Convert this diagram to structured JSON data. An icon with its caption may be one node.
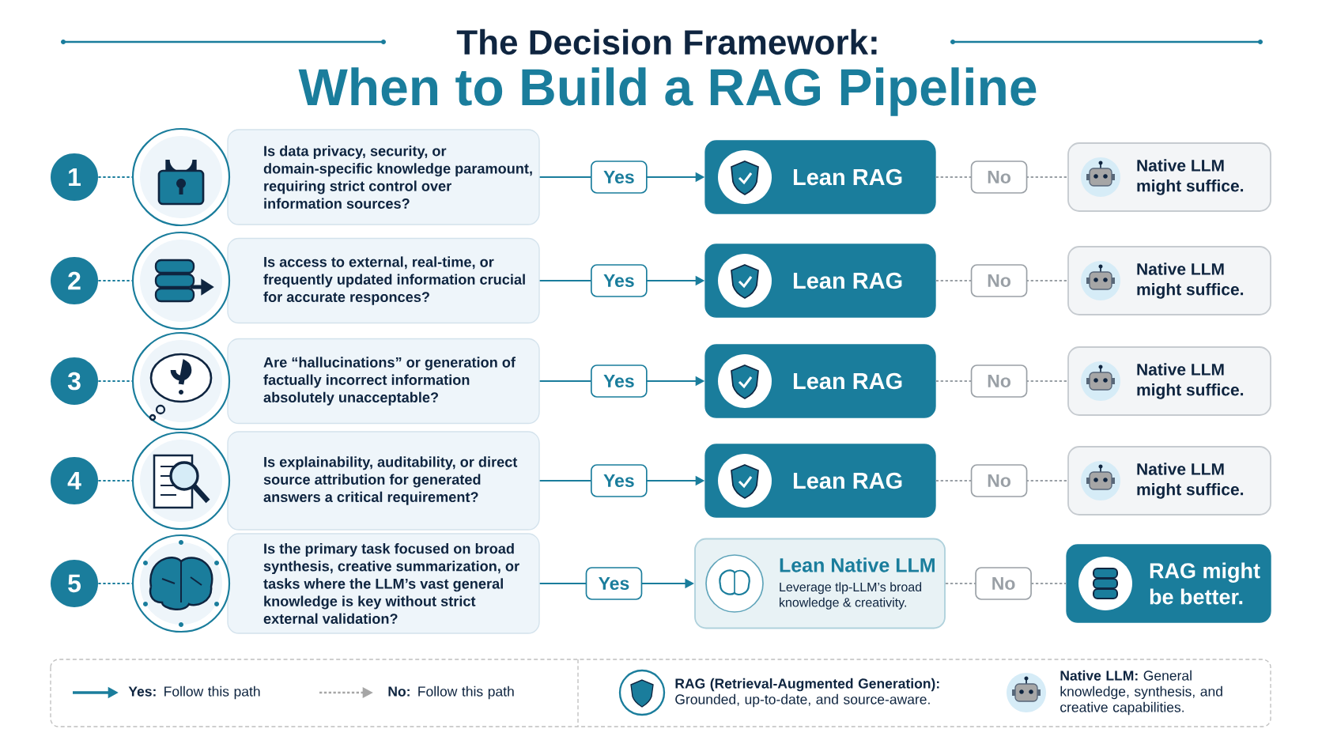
{
  "diagram": {
    "title": "When to Build a RAG Pipeline",
    "nodes": [
      {
        "text": [
          "1"
        ]
      },
      {
        "text": [],
        "shape": "circle"
      },
      {
        "text": [
          "Is data privacy, security, or domain-specific knowledge paramount, requiring strict control over information sources?"
        ]
      },
      {
        "text": [
          "Lean RAG"
        ]
      },
      {
        "text": [
          "Native LLM might suffice."
        ]
      },
      {
        "text": [
          "2"
        ]
      },
      {
        "text": [],
        "shape": "circle"
      },
      {
        "text": [
          "Is access to external, real-time, or frequently updated information crucial for accurate responces?"
        ]
      },
      {
        "text": [
          "Lean RAG"
        ]
      },
      {
        "text": [
          "Native LLM might suffice."
        ]
      },
      {
        "text": [
          "3"
        ]
      },
      {
        "text": [],
        "shape": "circle"
      },
      {
        "text": [
          "Are “hallucinations” or generation of factually incorrect information absolutely unacceptable?"
        ]
      },
      {
        "text": [
          "Lean RAG"
        ]
      },
      {
        "text": [
          "Native LLM might suffice."
        ]
      },
      {
        "text": [
          "4"
        ]
      },
      {
        "text": [],
        "shape": "circle"
      },
      {
        "text": [
          "Is explainability, auditability, or direct source attribution for generated answers a critical requirement?"
        ]
      },
      {
        "text": [
          "Lean RAG"
        ]
      },
      {
        "text": [
          "Native LLM might suffice."
        ]
      },
      {
        "text": [
          "5"
        ]
      },
      {
        "text": [],
        "shape": "circle"
      },
      {
        "text": [
          "Is the primary task focused on broad synthesis, creative summarization, or tasks where the LLM’s vast general knowledge is key without strict external validation?"
        ]
      },
      {
        "text": [
          "Lean Native LLM",
          "Leverage tlp-LLM’s broad knowledge & creativity."
        ]
      },
      {
        "text": [
          "RAG might be better."
        ]
      }
    ],
    "edges": [
      {
        "from": 0,
        "to": 1,
        "arrow": "none",
        "style": "dashed"
      },
      {
        "from": 2,
        "to": 3,
        "arrow": "to",
        "label": "Yes"
      },
      {
        "from": 3,
        "to": 4,
        "arrow": "none",
        "label": "No",
        "style": "dashed",
        "color": "#9aa0a6"
      },
      {
        "from": 5,
        "to": 6,
        "arrow": "none",
        "style": "dashed"
      },
      {
        "from": 7,
        "to": 8,
        "arrow": "to",
        "label": "Yes"
      },
      {
        "from": 8,
        "to": 9,
        "arrow": "none",
        "label": "No",
        "style": "dashed",
        "color": "#9aa0a6"
      },
      {
        "from": 10,
        "to": 11,
        "arrow": "none",
        "style": "dashed"
      },
      {
        "from": 12,
        "to": 13,
        "arrow": "to",
        "label": "Yes"
      },
      {
        "from": 13,
        "to": 14,
        "arrow": "none",
        "label": "No",
        "style": "dashed",
        "color": "#9aa0a6"
      },
      {
        "from": 15,
        "to": 16,
        "arrow": "none",
        "style": "dashed"
      },
      {
        "from": 17,
        "to": 18,
        "arrow": "to",
        "label": "Yes"
      },
      {
        "from": 18,
        "to": 19,
        "arrow": "none",
        "label": "No",
        "style": "dashed",
        "color": "#9aa0a6"
      },
      {
        "from": 20,
        "to": 21,
        "arrow": "none",
        "style": "dashed"
      },
      {
        "from": 22,
        "to": 23,
        "arrow": "to",
        "label": "Yes"
      },
      {
        "from": 23,
        "to": 24,
        "arrow": "none",
        "label": "No",
        "style": "dashed",
        "color": "#9aa0a6"
      }
    ],
    "labels": [
      "The Decision Framework:"
    ],
    "legend": [
      {
        "text": "**Yes:** Follow this path"
      },
      {
        "text": "**No:** Follow this path"
      },
      {
        "text": "**RAG (Retrieval-Augmented Generation):** Grounded, up-to-date, and source-aware."
      },
      {
        "text": "**Native LLM:** General knowledge, synthesis, and creative capabilities."
      }
    ]
  }
}
